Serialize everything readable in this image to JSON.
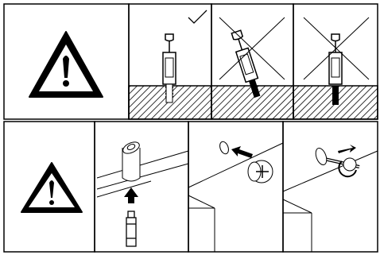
{
  "figure": {
    "kind": "assembly-instruction-sheet",
    "ink_color": "#000000",
    "paper_color": "#ffffff",
    "rows": [
      {
        "id": "top-row",
        "panels": [
          {
            "id": "warning",
            "icon": "warning-triangle-exclamation"
          },
          {
            "id": "correct-dowel",
            "icon": "dowel-cam-bolt-upright",
            "mark": "check"
          },
          {
            "id": "wrong-tilted",
            "icon": "dowel-cam-bolt-tilted",
            "mark": "cross"
          },
          {
            "id": "wrong-loose",
            "icon": "dowel-cam-bolt-loose",
            "mark": "cross"
          }
        ]
      },
      {
        "id": "bottom-row",
        "panels": [
          {
            "id": "warning",
            "icon": "warning-triangle-exclamation"
          },
          {
            "id": "insert-bolt",
            "icon": "bolt-into-panel-hole-arrow-up"
          },
          {
            "id": "place-cam",
            "icon": "cam-lock-insert-arrow"
          },
          {
            "id": "turn-cam",
            "icon": "cam-lock-rotate-arrow"
          }
        ]
      }
    ]
  }
}
